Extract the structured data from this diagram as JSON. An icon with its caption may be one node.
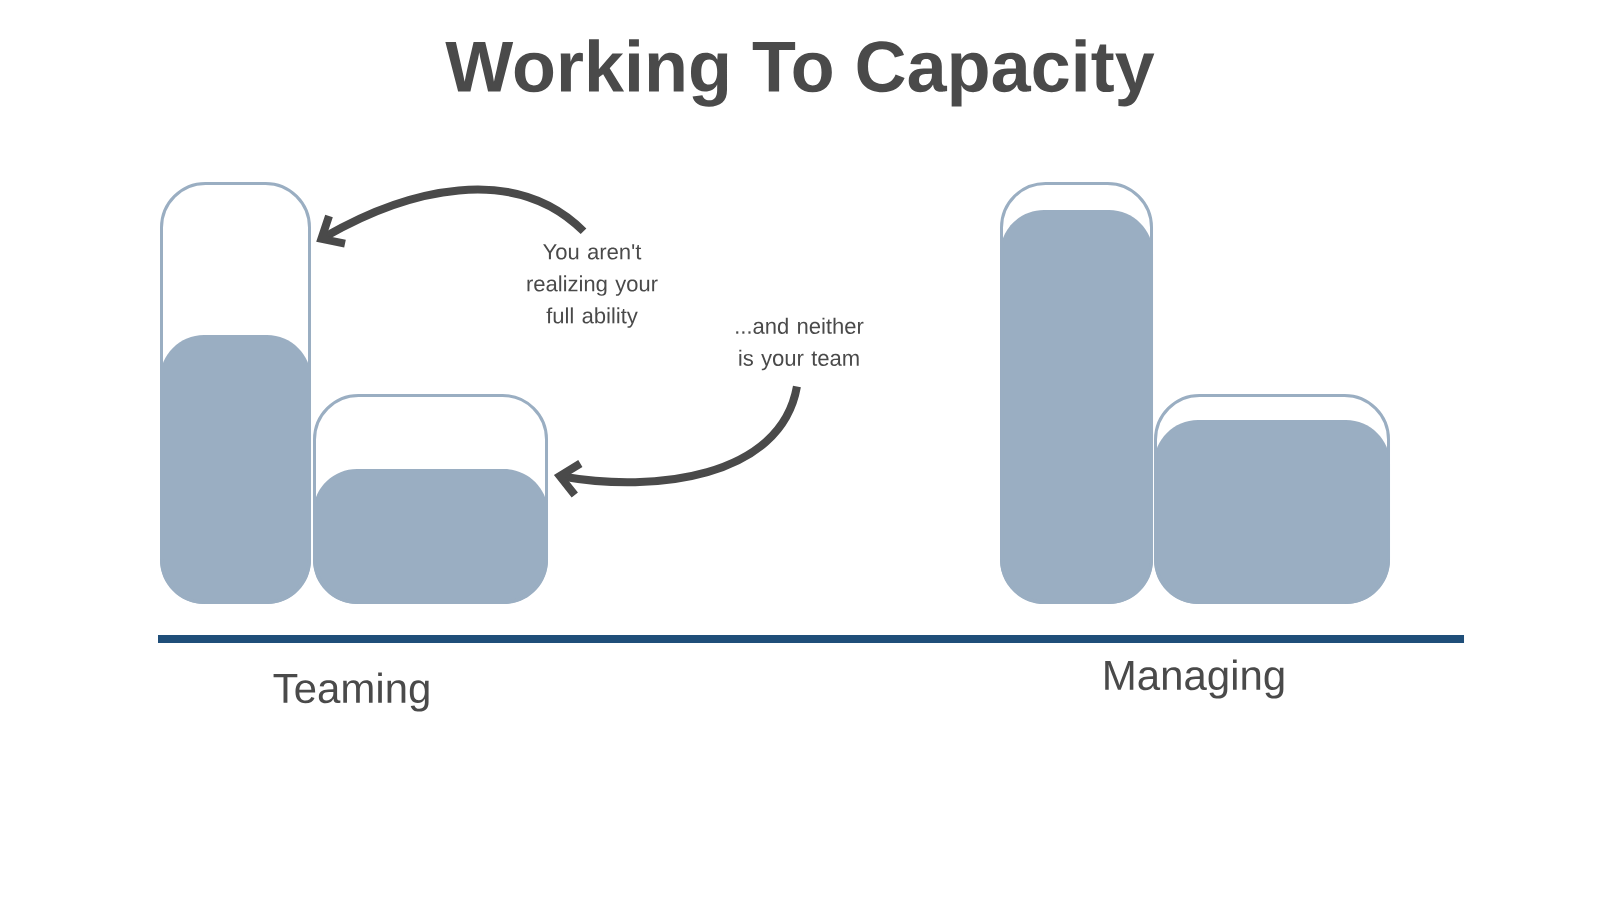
{
  "diagram": {
    "title": "Working To Capacity",
    "nodes": [
      {
        "text": [],
        "shape": "bar"
      },
      {
        "text": [],
        "shape": "bar"
      },
      {
        "text": [],
        "shape": "bar"
      },
      {
        "text": [],
        "shape": "bar"
      },
      {
        "text": [
          "You aren't realizing your full ability"
        ]
      },
      {
        "text": [
          "...and neither is your team"
        ]
      }
    ],
    "edges": [
      {
        "from": 4,
        "to": 0,
        "arrow": "to"
      },
      {
        "from": 5,
        "to": 1,
        "arrow": "to"
      }
    ],
    "labels": [
      "Teaming",
      "Managing"
    ]
  }
}
